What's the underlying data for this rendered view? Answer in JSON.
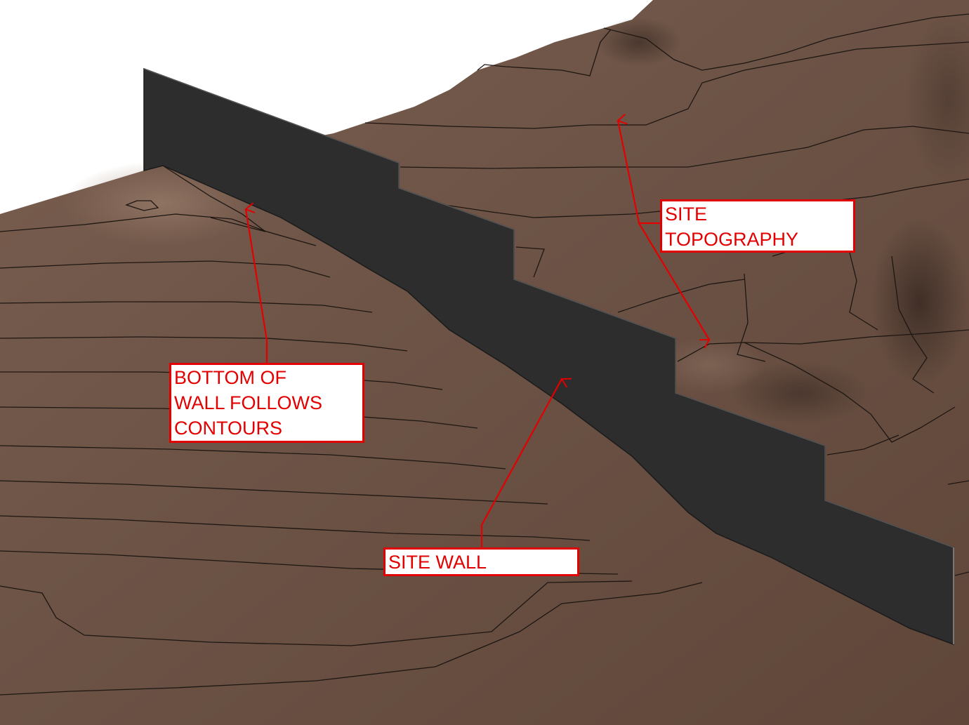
{
  "colors": {
    "terrain": "#6c5346",
    "terrain_dark": "#4a372e",
    "terrain_light": "#8a6e5e",
    "wall": "#2d2d2d",
    "wall_edge": "#1a1a1a",
    "annotation": "#e30000",
    "contour": "#1e1612"
  },
  "callouts": {
    "topography": {
      "lines": [
        "SITE",
        "TOPOGRAPHY"
      ]
    },
    "wall_bottom": {
      "lines": [
        "BOTTOM OF",
        "WALL FOLLOWS",
        "CONTOURS"
      ]
    },
    "site_wall": {
      "lines": [
        "SITE WALL"
      ]
    }
  }
}
